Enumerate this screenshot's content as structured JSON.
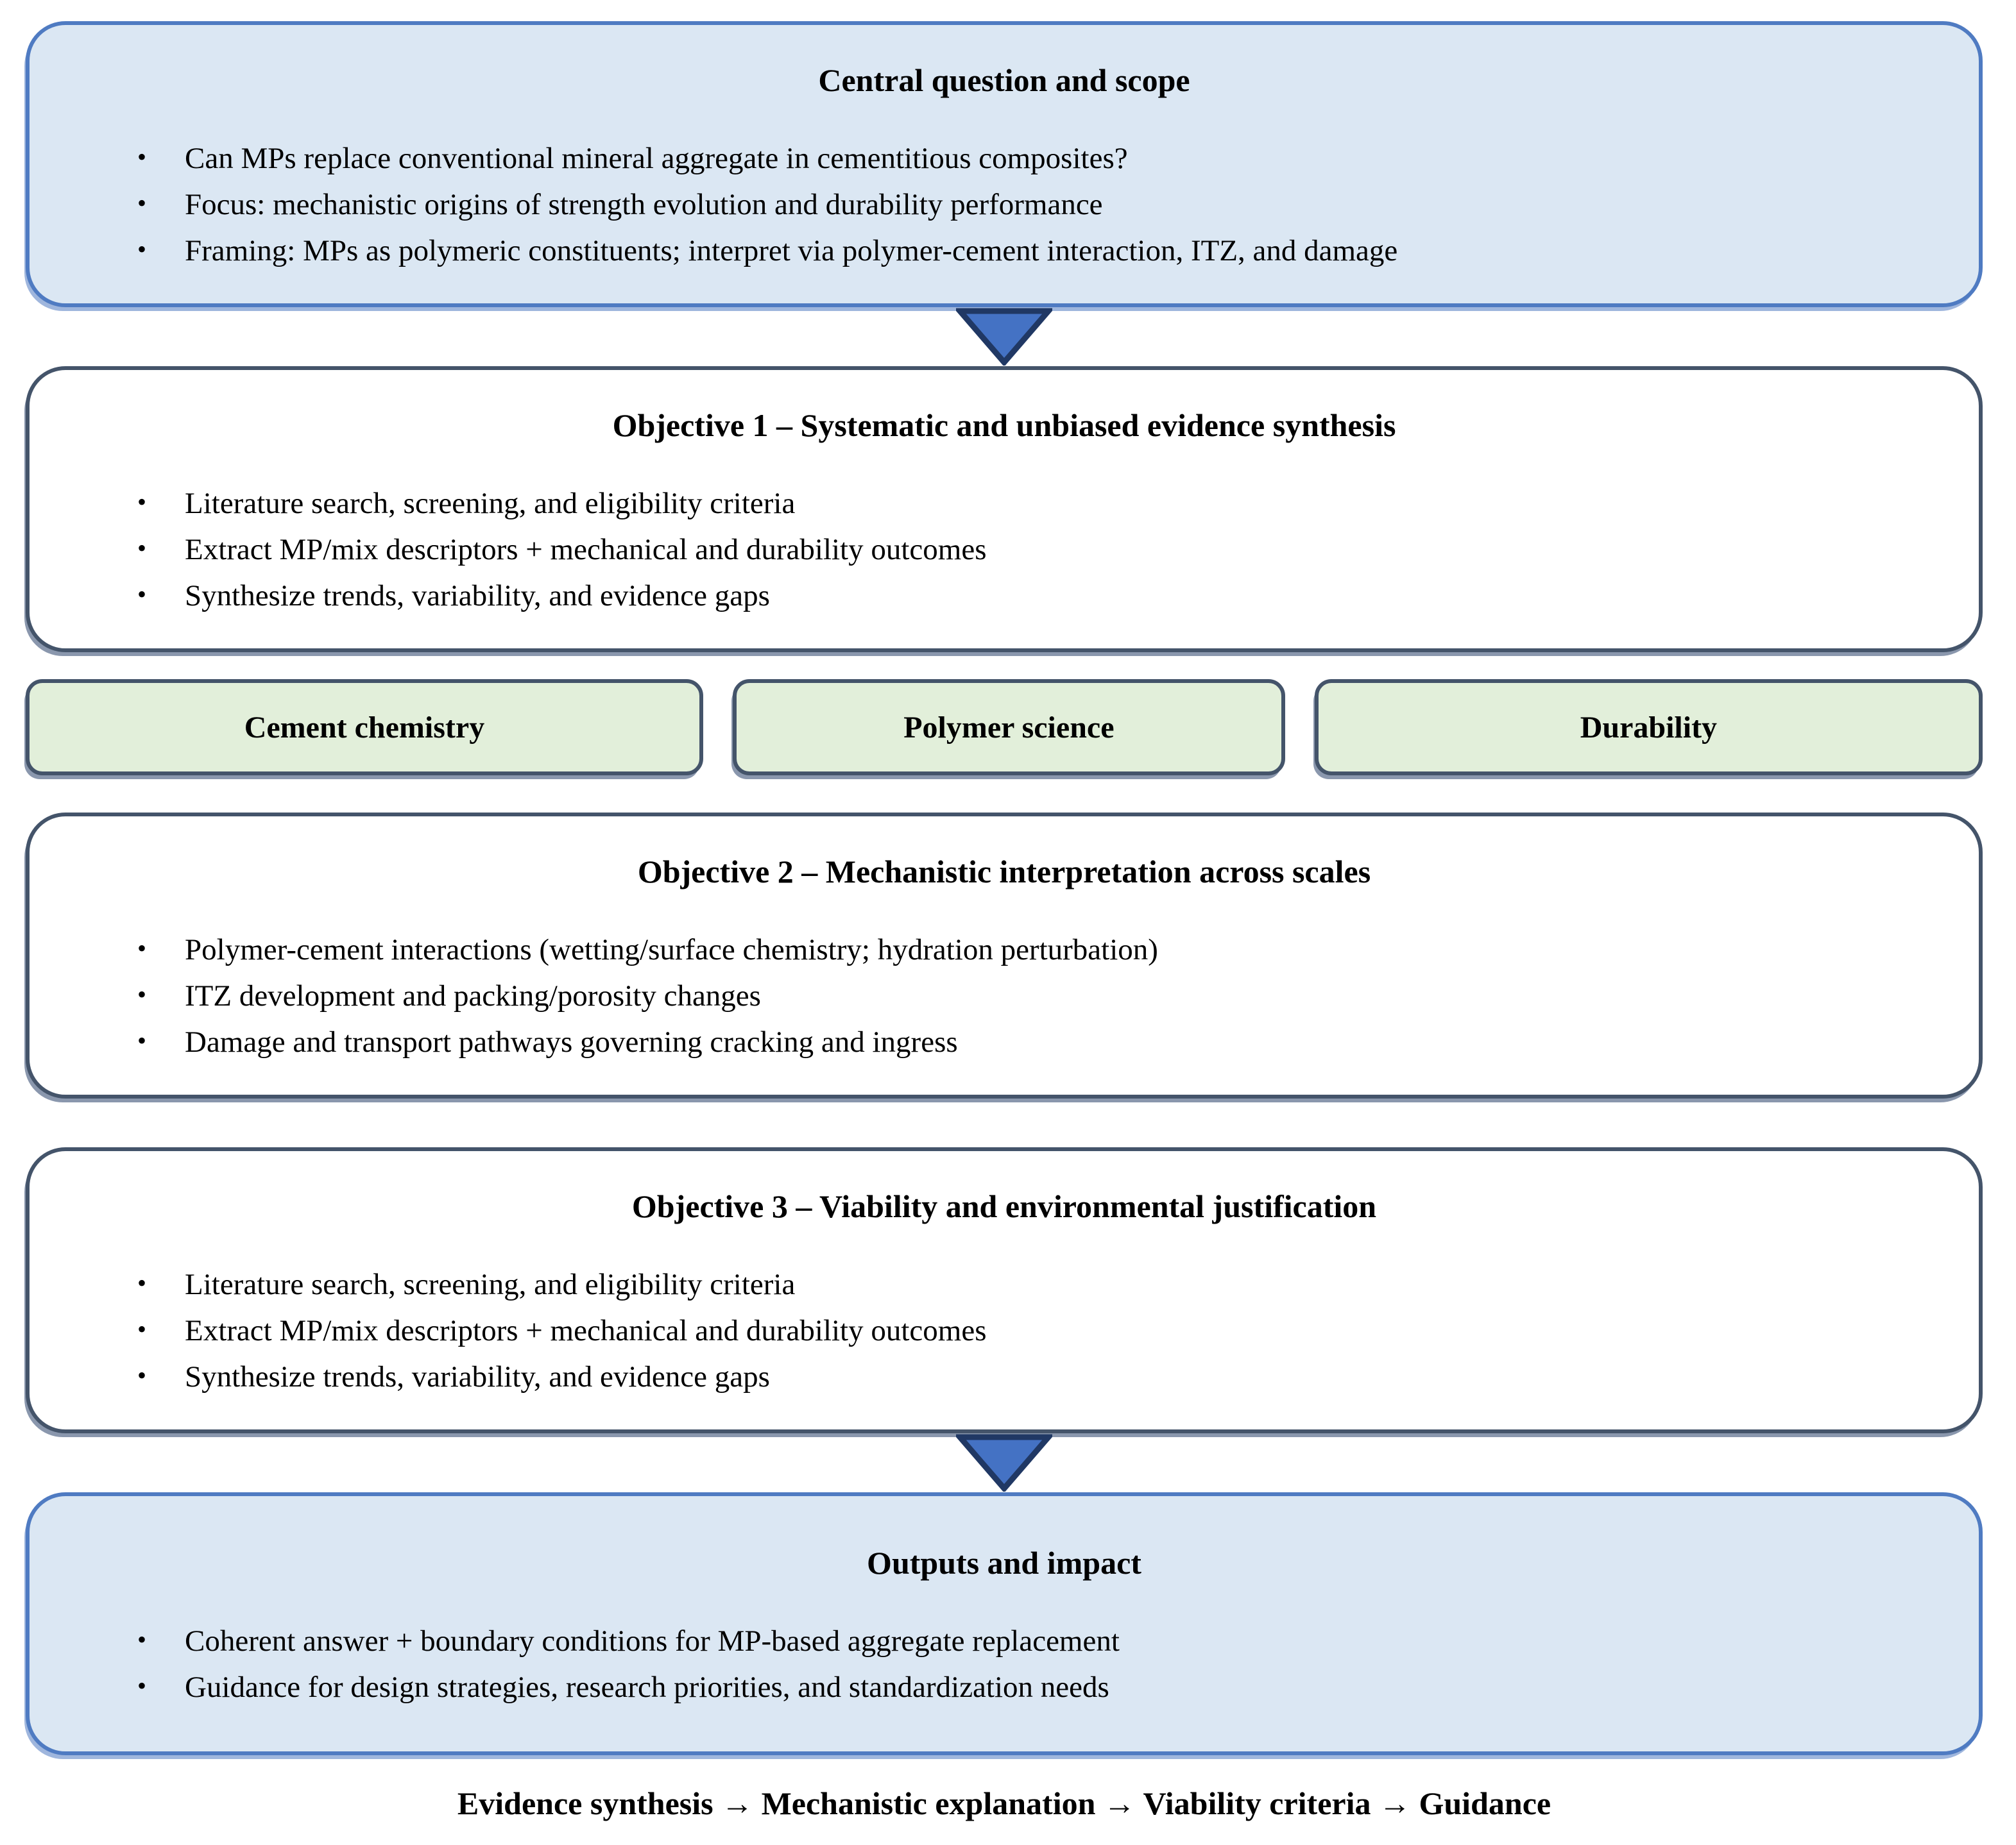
{
  "colors": {
    "blue_box_fill": "#dbe7f3",
    "blue_box_border": "#4f7bc2",
    "white_box_border": "#44546a",
    "green_box_fill": "#e2efda",
    "green_box_border": "#44546a",
    "arrow_fill": "#4472c4",
    "arrow_outline": "#203864",
    "text": "#000000"
  },
  "central": {
    "title": "Central question and scope",
    "bullets": [
      "Can MPs replace conventional mineral aggregate in cementitious composites?",
      "Focus: mechanistic origins of strength evolution and durability performance",
      "Framing: MPs as polymeric constituents; interpret via polymer-cement interaction, ITZ, and damage"
    ]
  },
  "objective1": {
    "title": "Objective 1 – Systematic and unbiased evidence synthesis",
    "bullets": [
      "Literature search, screening, and eligibility criteria",
      "Extract MP/mix descriptors + mechanical and durability outcomes",
      "Synthesize trends, variability, and evidence gaps"
    ]
  },
  "disciplines": {
    "items": [
      "Cement chemistry",
      "Polymer science",
      "Durability"
    ]
  },
  "objective2": {
    "title": "Objective 2 – Mechanistic interpretation across scales",
    "bullets": [
      "Polymer-cement interactions (wetting/surface chemistry; hydration perturbation)",
      "ITZ development and packing/porosity changes",
      "Damage and transport pathways governing cracking and ingress"
    ]
  },
  "objective3": {
    "title": "Objective 3 – Viability and environmental justification",
    "bullets": [
      "Literature search, screening, and eligibility criteria",
      "Extract MP/mix descriptors + mechanical and durability outcomes",
      "Synthesize trends, variability, and evidence gaps"
    ]
  },
  "outputs": {
    "title": "Outputs and impact",
    "bullets": [
      "Coherent answer + boundary conditions for MP-based aggregate replacement",
      "Guidance for design strategies, research priorities, and standardization needs"
    ]
  },
  "caption": {
    "text": "Evidence synthesis → Mechanistic explanation → Viability criteria → Guidance"
  }
}
